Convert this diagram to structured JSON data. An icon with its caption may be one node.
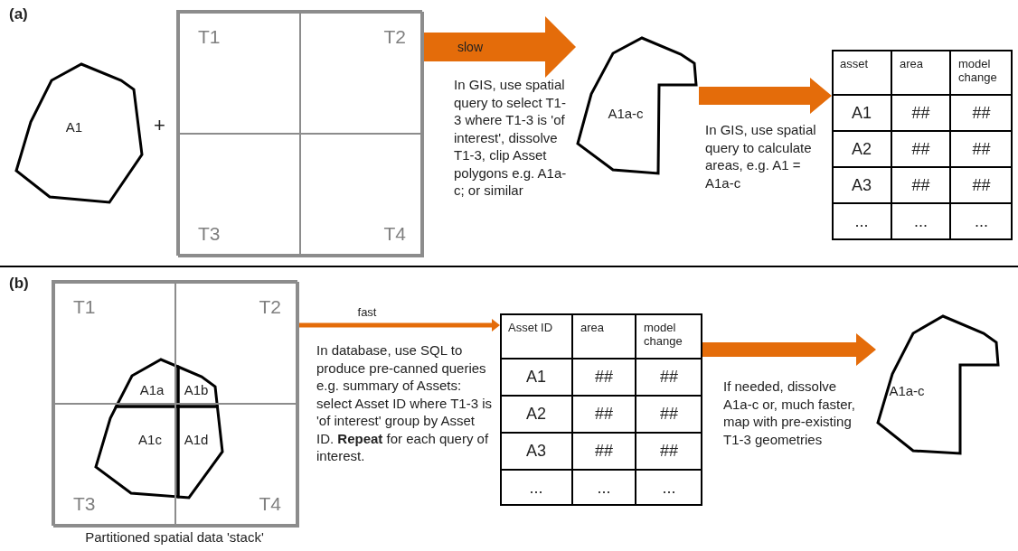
{
  "diagram": {
    "nodes": [
      {
        "text": [
          "A1"
        ]
      },
      {
        "text": [],
        "shape": "box"
      },
      {
        "text": [
          "T1"
        ],
        "in": 1
      },
      {
        "text": [
          "T2"
        ],
        "in": 1
      },
      {
        "text": [
          "T3"
        ],
        "in": 1
      },
      {
        "text": [
          "T4"
        ],
        "in": 1
      },
      {
        "text": [
          "A1a-c"
        ]
      },
      {
        "text": [],
        "shape": "table"
      },
      {
        "text": [],
        "shape": "box",
        "beside": [
          "Partitioned spatial data 'stack'"
        ]
      },
      {
        "text": [
          "T1"
        ],
        "in": 8
      },
      {
        "text": [
          "T2"
        ],
        "in": 8
      },
      {
        "text": [
          "T3"
        ],
        "in": 8
      },
      {
        "text": [
          "T4"
        ],
        "in": 8
      },
      {
        "text": [
          "A1a"
        ],
        "in": 9
      },
      {
        "text": [
          "A1b"
        ],
        "in": 10
      },
      {
        "text": [
          "A1c"
        ],
        "in": 11
      },
      {
        "text": [
          "A1d"
        ],
        "in": 12
      },
      {
        "text": [],
        "shape": "table"
      },
      {
        "text": [
          "A1a-c"
        ]
      }
    ],
    "edges": [
      {
        "from": 1,
        "to": 6,
        "arrow": "to",
        "label": "slow",
        "style": "thick"
      },
      {
        "from": 6,
        "to": 7,
        "arrow": "to",
        "style": "thick"
      },
      {
        "from": 8,
        "to": 17,
        "arrow": "to",
        "label": "fast"
      },
      {
        "from": 17,
        "to": 18,
        "arrow": "to",
        "style": "thick"
      }
    ],
    "labels": [
      "(a)",
      "+",
      "In GIS, use spatial query to select T1-3 where T1-3 is 'of interest', dissolve T1-3, clip Asset polygons e.g. A1a-c; or similar",
      "In GIS, use spatial query to calculate areas, e.g. A1 = A1a-c",
      "asset",
      "area",
      "model change",
      "A1",
      "##",
      "##",
      "A2",
      "##",
      "##",
      "A3",
      "##",
      "##",
      "...",
      "...",
      "...",
      "(b)",
      "In database, use SQL to produce pre-canned queries e.g. summary of Assets: select Asset ID where T1-3 is 'of interest' group by Asset ID. **Repeat** for each query of interest.",
      "Asset ID",
      "area",
      "model change",
      "A1",
      "##",
      "##",
      "A2",
      "##",
      "##",
      "A3",
      "##",
      "##",
      "...",
      "...",
      "...",
      "If needed, dissolve A1a-c or, much faster, map with pre-existing T1-3 geometries"
    ]
  }
}
